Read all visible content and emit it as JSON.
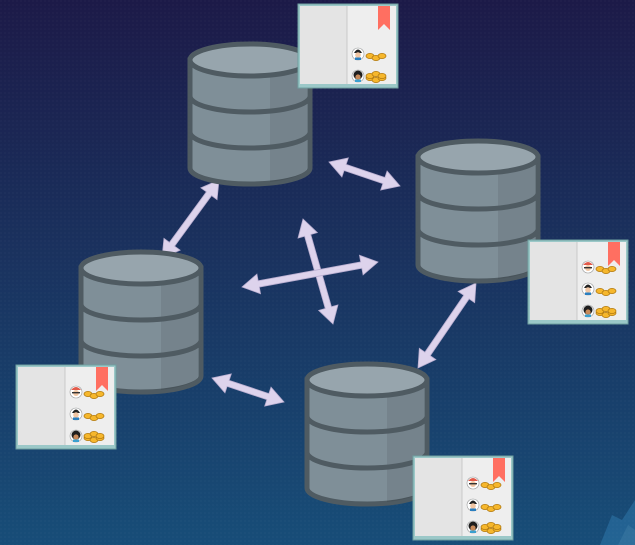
{
  "diagram": {
    "colors": {
      "bg_top": "#1c1a48",
      "bg_bottom": "#174d78",
      "db_body": "#7f8f98",
      "db_dark": "#4f5b62",
      "db_top": "#97a5ad",
      "arrow": "#ddd3ec",
      "ledger_page": "#eeeeee",
      "ledger_edge": "#9bc8c8",
      "bookmark": "#ff6f61",
      "coin": "#f6b72c"
    },
    "nodes": [
      {
        "name": "database-top",
        "ledger_avatars": [
          "avatar-blond",
          "avatar-dark"
        ]
      },
      {
        "name": "database-right",
        "ledger_avatars": [
          "avatar-glasses",
          "avatar-blond",
          "avatar-dark"
        ]
      },
      {
        "name": "database-left",
        "ledger_avatars": [
          "avatar-glasses",
          "avatar-blond",
          "avatar-dark"
        ]
      },
      {
        "name": "database-bottom",
        "ledger_avatars": [
          "avatar-glasses",
          "avatar-blond",
          "avatar-dark"
        ]
      }
    ],
    "connections": [
      {
        "from": "database-top",
        "to": "database-left"
      },
      {
        "from": "database-top",
        "to": "database-right"
      },
      {
        "from": "database-right",
        "to": "database-bottom"
      },
      {
        "from": "database-left",
        "to": "database-bottom"
      },
      {
        "from": "database-top",
        "to": "database-bottom"
      },
      {
        "from": "database-left",
        "to": "database-right"
      }
    ]
  }
}
